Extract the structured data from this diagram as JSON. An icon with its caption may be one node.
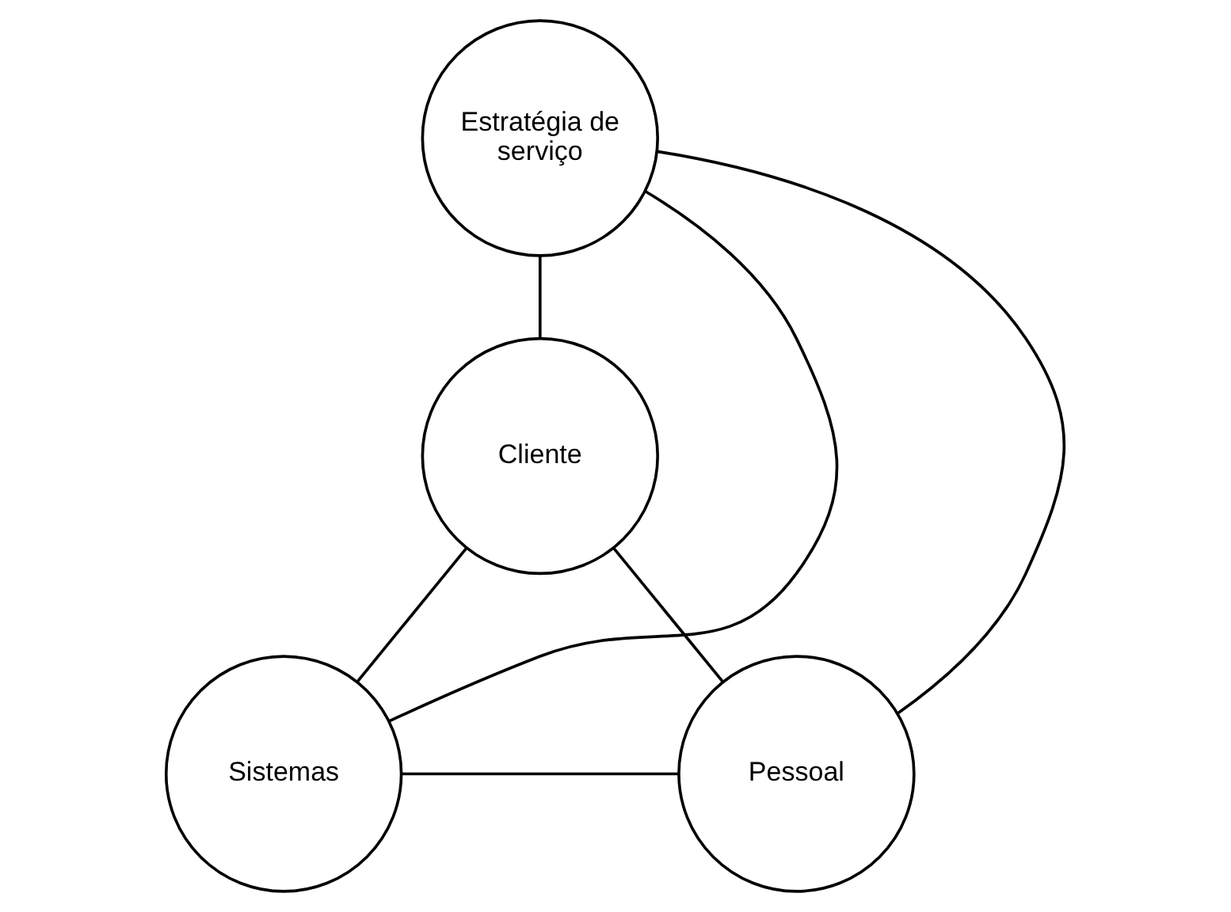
{
  "diagram": {
    "nodes": [
      {
        "text": [
          "Estratégia de serviço"
        ]
      },
      {
        "text": [
          "Cliente"
        ]
      },
      {
        "text": [
          "Sistemas"
        ]
      },
      {
        "text": [
          "Pessoal"
        ]
      }
    ],
    "edges": [
      {
        "from": 0,
        "to": 1,
        "arrow": "none"
      },
      {
        "from": 0,
        "to": 2,
        "arrow": "none"
      },
      {
        "from": 0,
        "to": 3,
        "arrow": "none"
      },
      {
        "from": 2,
        "to": 1,
        "arrow": "none"
      },
      {
        "from": 3,
        "to": 1,
        "arrow": "none"
      },
      {
        "from": 2,
        "to": 3,
        "arrow": "none"
      }
    ]
  }
}
